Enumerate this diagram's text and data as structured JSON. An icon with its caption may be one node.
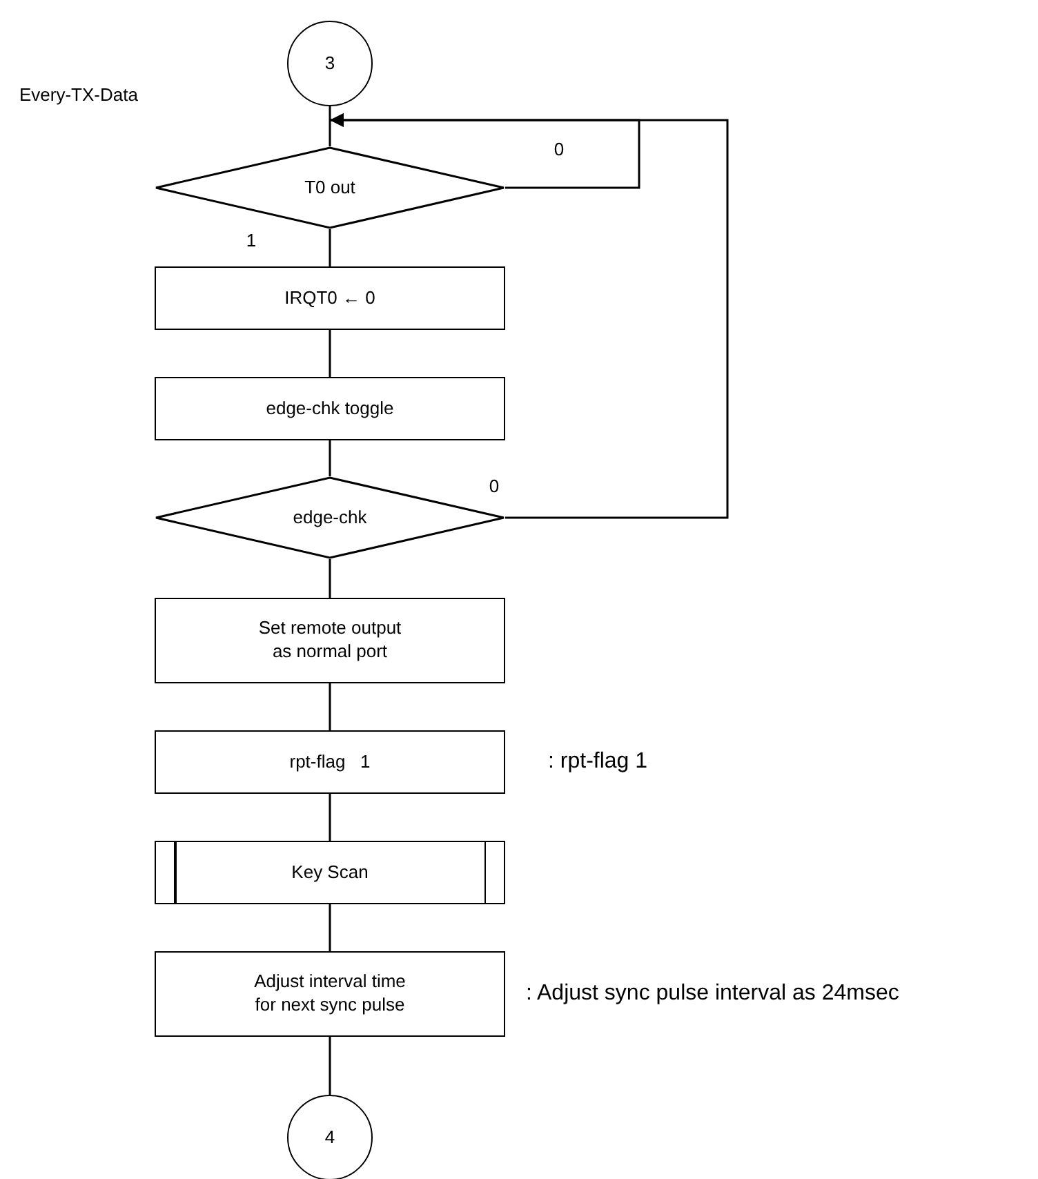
{
  "diagram": {
    "nodes": [
      {
        "text": [
          "3"
        ]
      },
      {
        "text": [
          "T0 out"
        ]
      },
      {
        "text": [
          "IRQT0 ← 0"
        ]
      },
      {
        "text": [
          "edge-chk toggle"
        ]
      },
      {
        "text": [
          "edge-chk"
        ]
      },
      {
        "text": [
          "Set remote output as normal port"
        ]
      },
      {
        "text": [
          "rpt-flag   1"
        ],
        "beside": [
          ": rpt-flag 1"
        ]
      },
      {
        "text": [
          "Key Scan"
        ]
      },
      {
        "text": [
          "Adjust interval time for next sync pulse"
        ],
        "beside": [
          ": Adjust sync pulse interval as 24msec"
        ]
      },
      {
        "text": [
          "4"
        ]
      }
    ],
    "edges": [
      {
        "from": 0,
        "to": 1,
        "arrow": "none"
      },
      {
        "from": 1,
        "to": 1,
        "arrow": "to",
        "label": "0"
      },
      {
        "from": 1,
        "to": 2,
        "arrow": "none",
        "label": "1"
      },
      {
        "from": 2,
        "to": 3,
        "arrow": "none"
      },
      {
        "from": 3,
        "to": 4,
        "arrow": "none"
      },
      {
        "from": 4,
        "to": 1,
        "arrow": "to",
        "label": "0"
      },
      {
        "from": 4,
        "to": 5,
        "arrow": "none"
      },
      {
        "from": 5,
        "to": 6,
        "arrow": "none"
      },
      {
        "from": 6,
        "to": 7,
        "arrow": "none"
      },
      {
        "from": 7,
        "to": 8,
        "arrow": "none"
      },
      {
        "from": 8,
        "to": 9,
        "arrow": "none"
      }
    ],
    "labels": [
      "Every-TX-Data"
    ]
  }
}
